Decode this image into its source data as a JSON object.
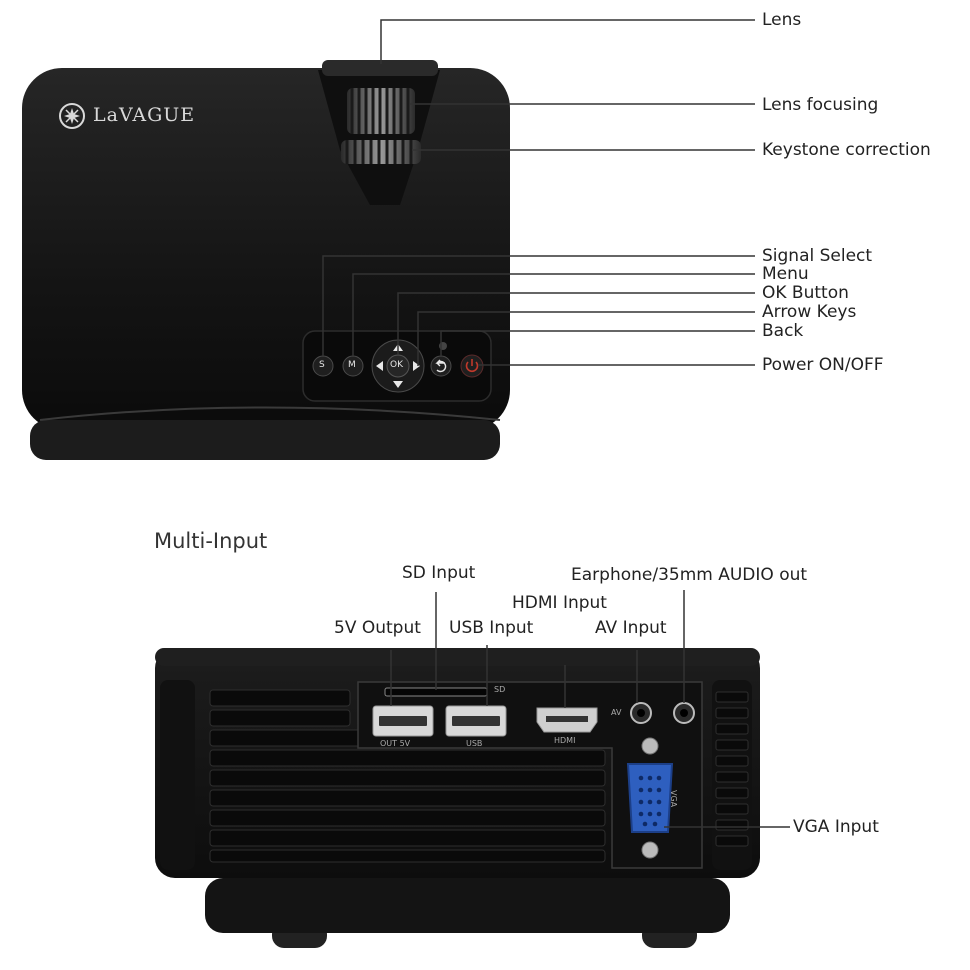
{
  "top_view": {
    "brand": "LaVAGUE",
    "buttons": {
      "signal": "S",
      "menu": "M",
      "ok": "OK"
    },
    "callouts": {
      "lens": "Lens",
      "lens_focusing": "Lens focusing",
      "keystone": "Keystone correction",
      "signal_select": "Signal Select",
      "menu": "Menu",
      "ok_button": "OK Button",
      "arrow_keys": "Arrow Keys",
      "back": "Back",
      "power": "Power ON/OFF"
    }
  },
  "rear_view": {
    "heading": "Multi-Input",
    "port_marks": {
      "sd": "SD",
      "out5v": "OUT 5V",
      "usb": "USB",
      "hdmi": "HDMI",
      "av": "AV",
      "vga": "VGA"
    },
    "callouts": {
      "sd_input": "SD Input",
      "earphone": "Earphone/35mm AUDIO out",
      "hdmi_input": "HDMI Input",
      "out_5v": "5V Output",
      "usb_input": "USB Input",
      "av_input": "AV Input",
      "vga_input": "VGA Input"
    }
  },
  "colors": {
    "body": "#151515",
    "line": "#333333",
    "label": "#222222",
    "power_red": "#c0392b"
  }
}
